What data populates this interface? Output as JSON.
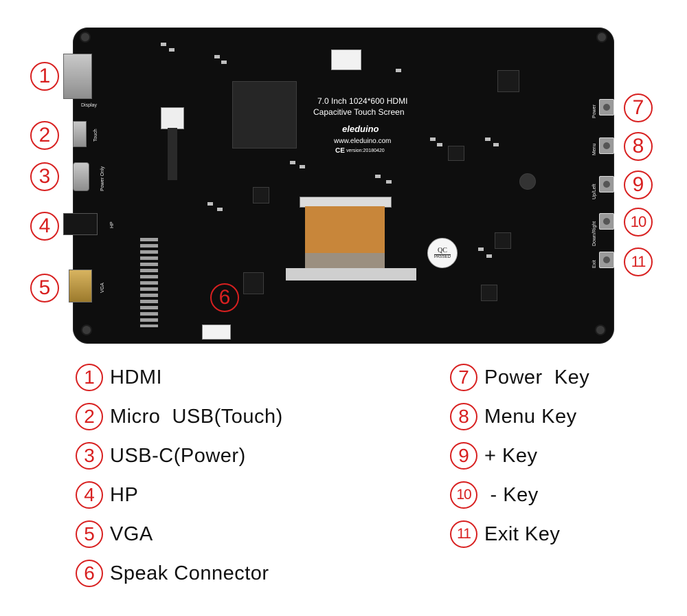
{
  "board": {
    "title_line1": "7.0 Inch 1024*600 HDMI",
    "title_line2": "Capacitive Touch Screen",
    "brand": "eleduino",
    "url": "www.eleduino.com",
    "version": "version:20180420",
    "ce_mark": "CE",
    "qc_top": "QC",
    "qc_bottom": "PASSED",
    "labels": {
      "display": "Display",
      "touch": "Touch",
      "power_only": "Power Only",
      "hp": "HP",
      "vga": "VGA",
      "power": "Power",
      "menu": "Menu",
      "up_left": "Up/Left",
      "down_right": "Down/Right",
      "exit": "Exit"
    }
  },
  "callouts": [
    "1",
    "2",
    "3",
    "4",
    "5",
    "6",
    "7",
    "8",
    "9",
    "10",
    "11"
  ],
  "legend": {
    "left": [
      {
        "num": "1",
        "label": "HDMI"
      },
      {
        "num": "2",
        "label": "Micro  USB(Touch)"
      },
      {
        "num": "3",
        "label": "USB-C(Power)"
      },
      {
        "num": "4",
        "label": "HP"
      },
      {
        "num": "5",
        "label": "VGA"
      },
      {
        "num": "6",
        "label": "Speak Connector"
      }
    ],
    "right": [
      {
        "num": "7",
        "label": "Power  Key"
      },
      {
        "num": "8",
        "label": "Menu Key"
      },
      {
        "num": "9",
        "label": "+ Key"
      },
      {
        "num": "10",
        "label": " - Key"
      },
      {
        "num": "11",
        "label": "Exit Key"
      }
    ]
  },
  "colors": {
    "marker": "#d82020",
    "board": "#0e0e0e",
    "ribbon": "#c8863a"
  }
}
